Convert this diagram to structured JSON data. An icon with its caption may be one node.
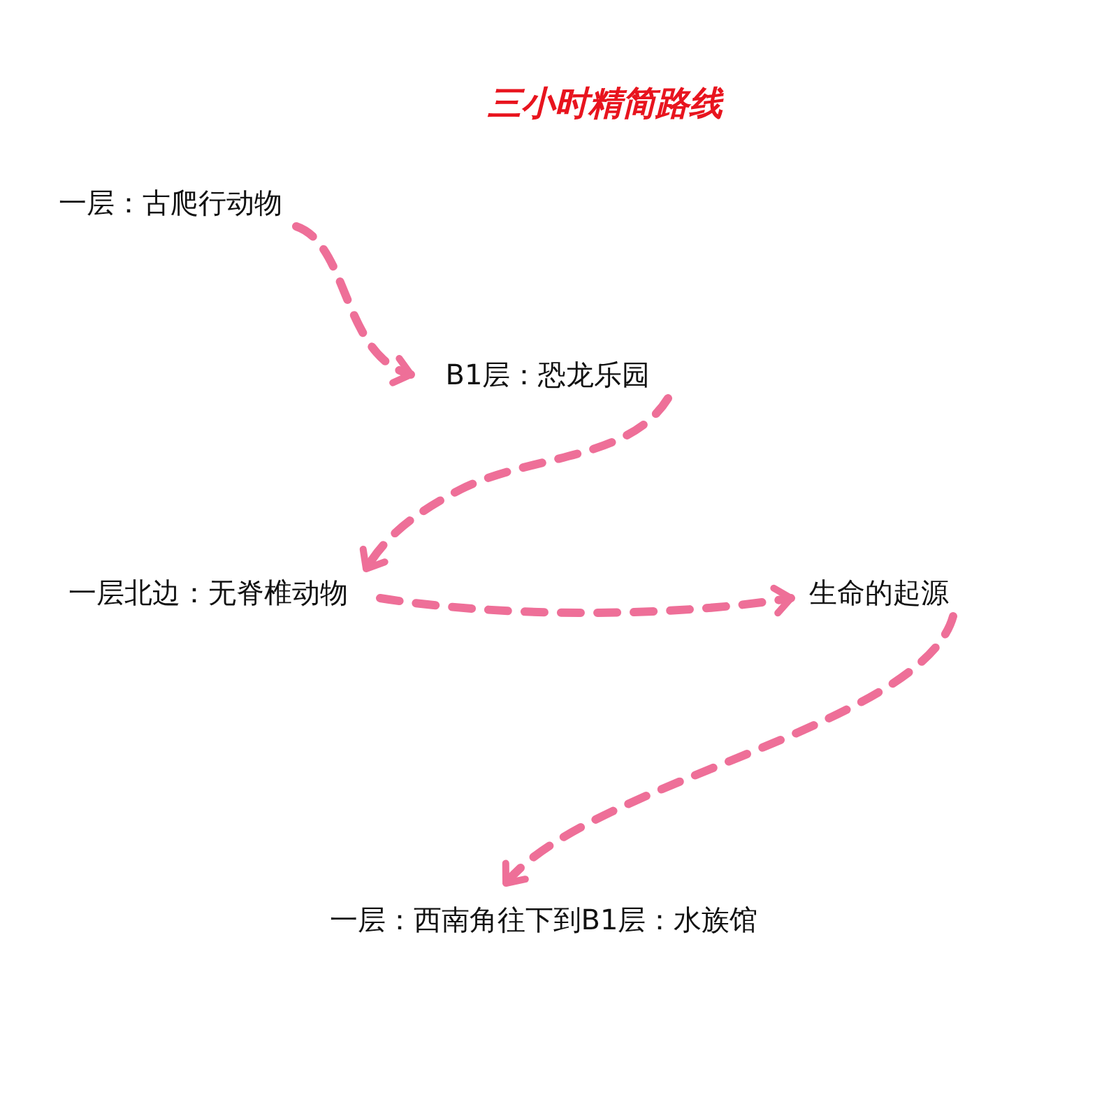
{
  "diagram": {
    "title": "三小时精简路线",
    "nodes": [
      {
        "text": [
          "一层：古爬行动物"
        ]
      },
      {
        "text": [
          "B1层：恐龙乐园"
        ]
      },
      {
        "text": [
          "一层北边：无脊椎动物"
        ]
      },
      {
        "text": [
          "生命的起源"
        ]
      },
      {
        "text": [
          "一层：西南角往下到B1层：水族馆"
        ]
      }
    ],
    "edges": [
      {
        "from": 0,
        "to": 1,
        "arrow": "to"
      },
      {
        "from": 1,
        "to": 2,
        "arrow": "to"
      },
      {
        "from": 2,
        "to": 3,
        "arrow": "to"
      },
      {
        "from": 3,
        "to": 4,
        "arrow": "to"
      }
    ]
  }
}
